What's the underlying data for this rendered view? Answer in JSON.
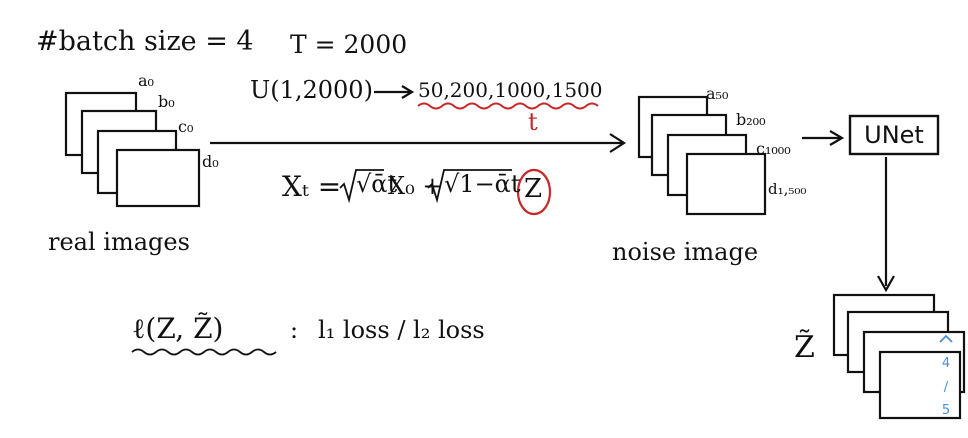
{
  "header": {
    "batch_size": "#batch size = 4",
    "timesteps": "T = 2000"
  },
  "sampling": {
    "distribution": "U(1,2000)",
    "arrow": "→",
    "timesteps_sampled": "50,200,1000,1500",
    "t_label": "t"
  },
  "real_images": {
    "caption": "real images",
    "labels": [
      "a₀",
      "b₀",
      "c₀",
      "d₀"
    ]
  },
  "formula": {
    "lhs": "Xₜ =",
    "sqrt_alpha": "√ᾱt",
    "x0": "X₀ +",
    "sqrt_one_minus": "√1−ᾱt",
    "noise": "Z"
  },
  "noise_images": {
    "caption": "noise image",
    "labels": [
      "a₅₀",
      "b₂₀₀",
      "c₁₀₀₀",
      "d₁,₅₀₀"
    ]
  },
  "model": {
    "label": "UNet"
  },
  "output": {
    "label": "Z̃"
  },
  "loss": {
    "expression": "ℓ(Z, Z̃)",
    "separator": ":",
    "options": "l₁ loss / l₂ loss"
  },
  "pager": {
    "up_icon": "chevron-up-icon",
    "current": "4",
    "divider": "/",
    "total": "5",
    "color": "#4a90d9"
  },
  "colors": {
    "ink": "#111111",
    "accent_red": "#c62828"
  }
}
